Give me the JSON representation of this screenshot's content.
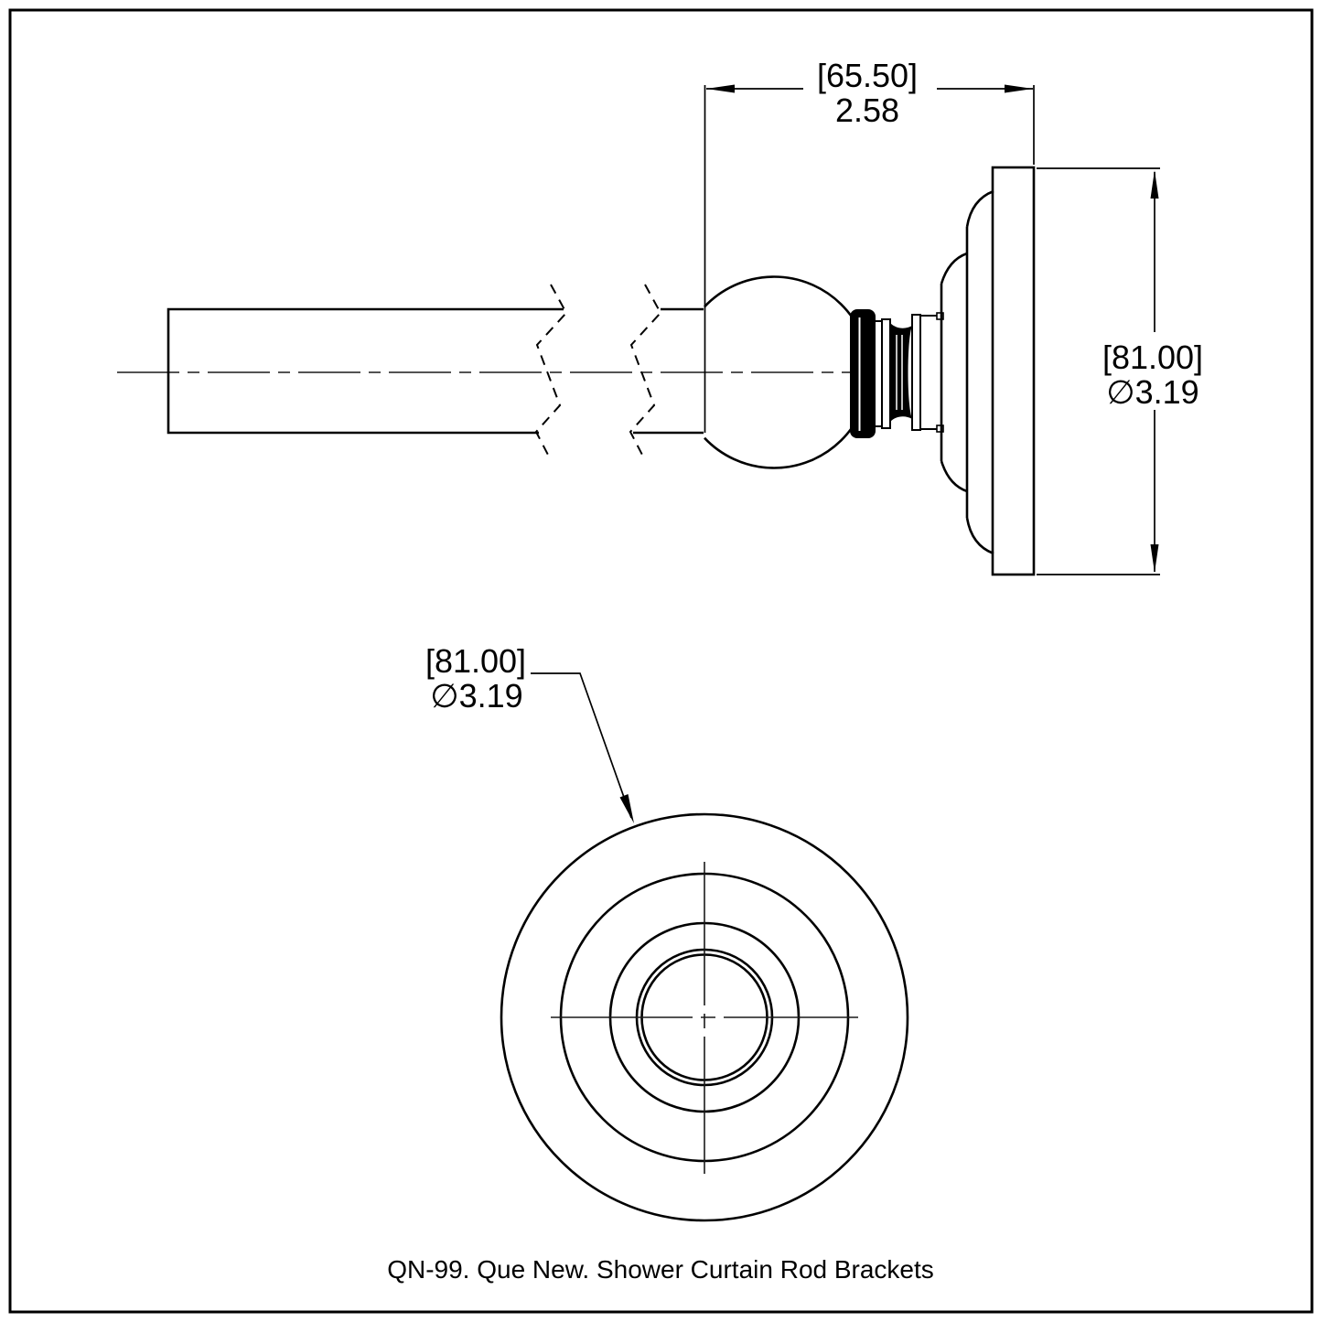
{
  "drawing": {
    "background_color": "#ffffff",
    "line_color": "#000000",
    "caption": "QN-99. Que New. Shower Curtain Rod Brackets",
    "side_view": {
      "width_dim": {
        "mm": "[65.50]",
        "in": "2.58"
      },
      "diameter_dim": {
        "mm": "[81.00]",
        "in": "∅3.19"
      }
    },
    "front_view": {
      "diameter_dim": {
        "mm": "[81.00]",
        "in": "∅3.19"
      }
    }
  }
}
